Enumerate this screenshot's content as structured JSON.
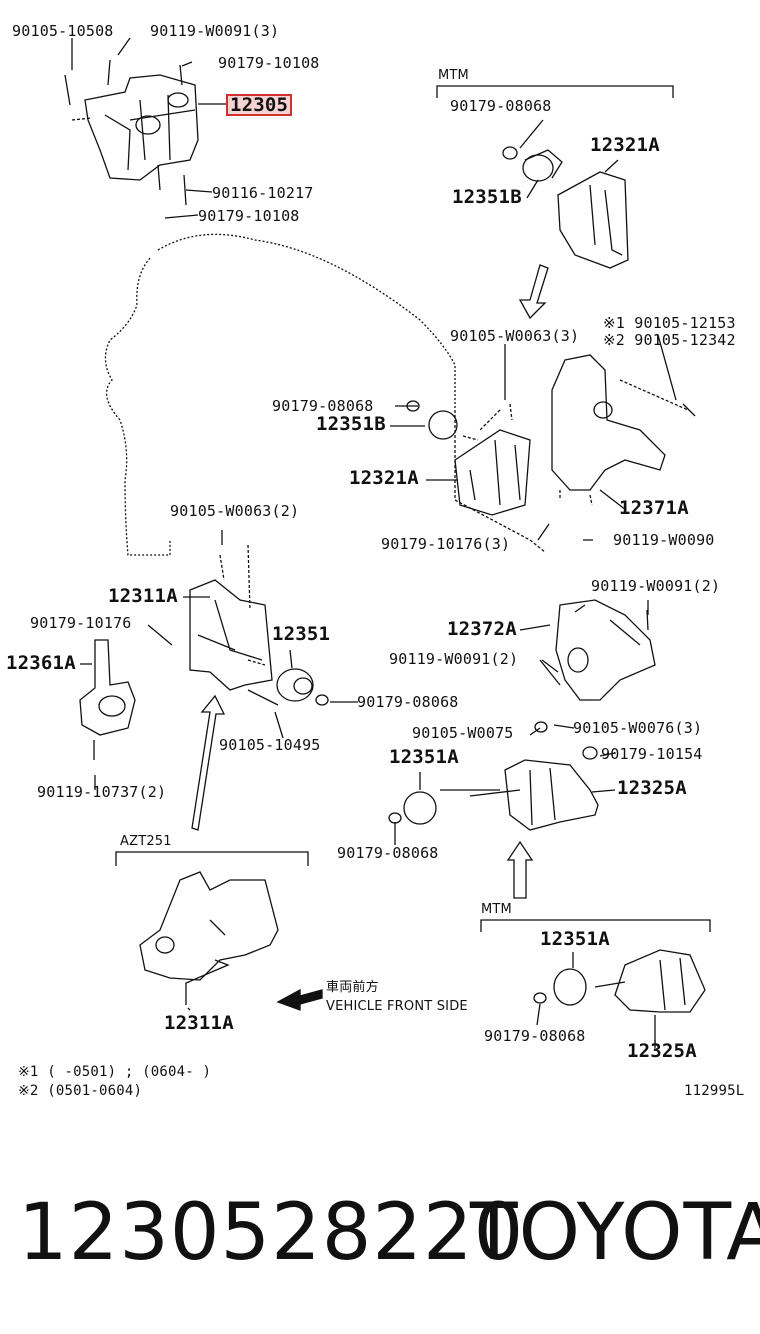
{
  "labels": {
    "a": "90105-10508",
    "b": "90119-W0091(3)",
    "c": "90179-10108",
    "highlight": "12305",
    "d": "90116-10217",
    "e": "90179-10108",
    "mtm1": "MTM",
    "f": "90179-08068",
    "g": "12321A",
    "h": "12351B",
    "i": "90105-W0063(3)",
    "j": "※1 90105-12153",
    "k": "※2 90105-12342",
    "l": "90179-08068",
    "m": "12351B",
    "n": "12321A",
    "o": "12371A",
    "p": "90179-10176(3)",
    "q": "90119-W0090",
    "r": "90105-W0063(2)",
    "s": "12311A",
    "t": "90179-10176",
    "u": "12361A",
    "v": "12351",
    "w": "90179-08068",
    "x": "90105-10495",
    "y": "90119-10737(2)",
    "z": "90119-W0091(2)",
    "aa": "12372A",
    "ab": "90119-W0091(2)",
    "ac": "90105-W0075",
    "ad": "90105-W0076(3)",
    "ae": "12351A",
    "af": "90179-10154",
    "ag": "12325A",
    "ah": "90179-08068",
    "azt": "AZT251",
    "ai": "12311A",
    "front_jp": "車両前方",
    "front_en": "VEHICLE FRONT SIDE",
    "mtm2": "MTM",
    "aj": "12351A",
    "ak": "90179-08068",
    "al": "12325A",
    "note1": "※1 (      -0501) ; (0604-      )",
    "note2": "※2 (0501-0604)",
    "code": "112995L"
  },
  "footer": {
    "part_number": "1230528220",
    "brand": "TOYOTA"
  },
  "colors": {
    "highlight_border": "#d0312d",
    "highlight_fill": "#f6d3d3"
  }
}
